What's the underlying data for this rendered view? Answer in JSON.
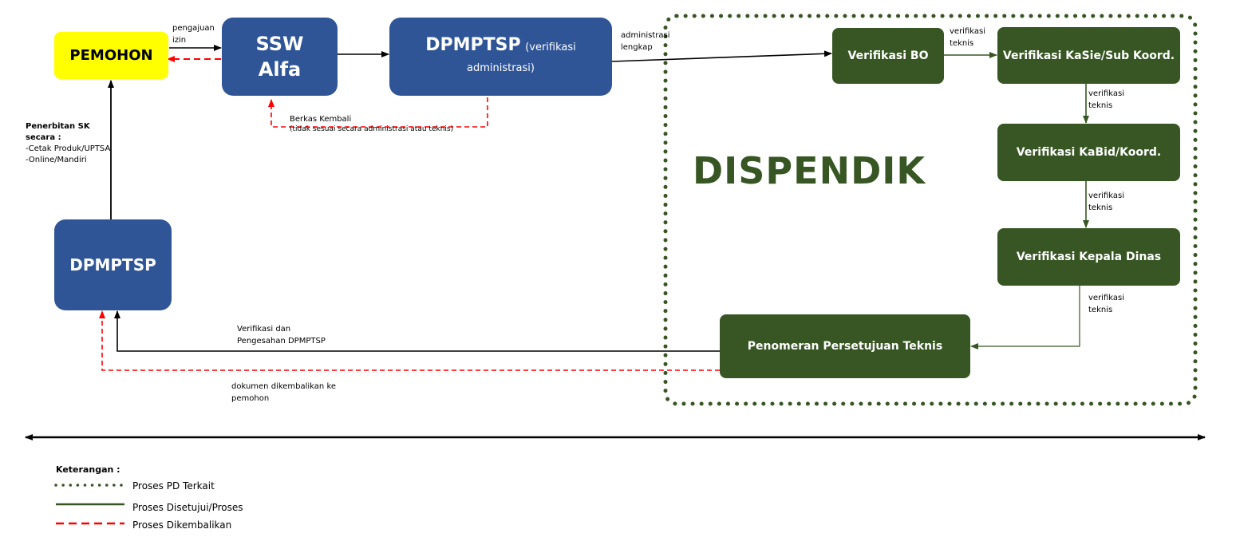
{
  "nodes": {
    "pemohon": "PEMOHON",
    "ssw_line1": "SSW",
    "ssw_line2": "Alfa",
    "dpmptsp_top_main": "DPMPTSP",
    "dpmptsp_top_sub1": "(verifikasi",
    "dpmptsp_top_sub2": "administrasi)",
    "dpmptsp_left": "DPMPTSP",
    "verifikasi_bo": "Verifikasi BO",
    "verifikasi_kasie": "Verifikasi KaSie/Sub Koord.",
    "verifikasi_kabid": "Verifikasi KaBid/Koord.",
    "verifikasi_kepala": "Verifikasi Kepala Dinas",
    "penomeran": "Penomeran Persetujuan Teknis"
  },
  "region_title": "DISPENDIK",
  "labels": {
    "pengajuan_1": "pengajuan",
    "pengajuan_2": "izin",
    "administrasi_1": "administrasi",
    "administrasi_2": "lengkap",
    "berkas_1": "Berkas Kembali",
    "berkas_2": "(tidak sesuai secara administrasi atau teknis)",
    "vt1_1": "verifikasi",
    "vt1_2": "teknis",
    "vt2_1": "verifikasi",
    "vt2_2": "teknis",
    "vt3_1": "verifikasi",
    "vt3_2": "teknis",
    "vt4_1": "verifikasi",
    "vt4_2": "teknis",
    "pengesahan_1": "Verifikasi dan",
    "pengesahan_2": "Pengesahan DPMPTSP",
    "dikembalikan_1": "dokumen dikembalikan ke",
    "dikembalikan_2": "pemohon",
    "penerbitan_1": "Penerbitan SK",
    "penerbitan_2": "secara :",
    "penerbitan_3": "-Cetak Produk/UPTSA",
    "penerbitan_4": "-Online/Mandiri"
  },
  "legend": {
    "title": "Keterangan :",
    "dotted": "Proses PD Terkait",
    "solid": "Proses Disetujui/Proses",
    "dashed": "Proses Dikembalikan"
  },
  "colors": {
    "blue": "#2f5597",
    "green": "#375623",
    "yellow": "#ffff00",
    "red": "#ff0000"
  }
}
